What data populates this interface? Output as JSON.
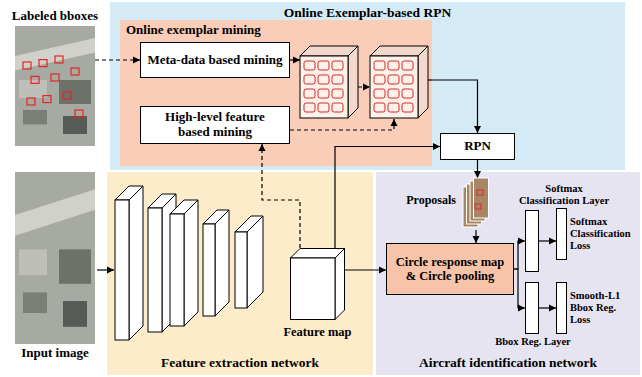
{
  "diagram": {
    "nodes": [
      {
        "text": [
          "Labeled bboxes"
        ]
      },
      {
        "text": [
          "Online Exemplar-based RPN"
        ]
      },
      {
        "text": [
          "Online exemplar mining"
        ],
        "in": 1
      },
      {
        "text": [
          "Meta-data based mining"
        ],
        "in": 2
      },
      {
        "text": [
          "High-level feature based mining"
        ],
        "in": 2
      },
      {
        "text": [
          "RPN"
        ],
        "in": 1
      },
      {
        "text": [
          "Input image"
        ]
      },
      {
        "text": [
          "Feature extraction network"
        ]
      },
      {
        "text": [
          "Feature map"
        ],
        "in": 7
      },
      {
        "text": [
          "Aircraft identification network"
        ]
      },
      {
        "text": [
          "Proposals"
        ],
        "in": 9
      },
      {
        "text": [
          "Circle response map & Circle pooling"
        ],
        "in": 9
      },
      {
        "text": [
          "Softmax Classification Layer"
        ],
        "in": 9
      },
      {
        "text": [
          "Softmax Classification Loss"
        ],
        "in": 9
      },
      {
        "text": [
          "Bbox Reg. Layer"
        ],
        "in": 9
      },
      {
        "text": [
          "Smooth-L1 Bbox Reg. Loss"
        ],
        "in": 9
      }
    ],
    "edges": [
      {
        "from": 0,
        "to": 3,
        "arrow": "to"
      },
      {
        "from": 8,
        "to": 4,
        "arrow": "to"
      },
      {
        "from": 2,
        "to": 5,
        "arrow": "to"
      },
      {
        "from": 8,
        "to": 5,
        "arrow": "to"
      },
      {
        "from": 5,
        "to": 10,
        "arrow": "to"
      },
      {
        "from": 10,
        "to": 11,
        "arrow": "to"
      },
      {
        "from": 8,
        "to": 11,
        "arrow": "to"
      },
      {
        "from": 11,
        "to": 12,
        "arrow": "to"
      },
      {
        "from": 11,
        "to": 14,
        "arrow": "to"
      },
      {
        "from": 12,
        "to": 13,
        "arrow": "to"
      },
      {
        "from": 14,
        "to": 15,
        "arrow": "to"
      }
    ]
  }
}
